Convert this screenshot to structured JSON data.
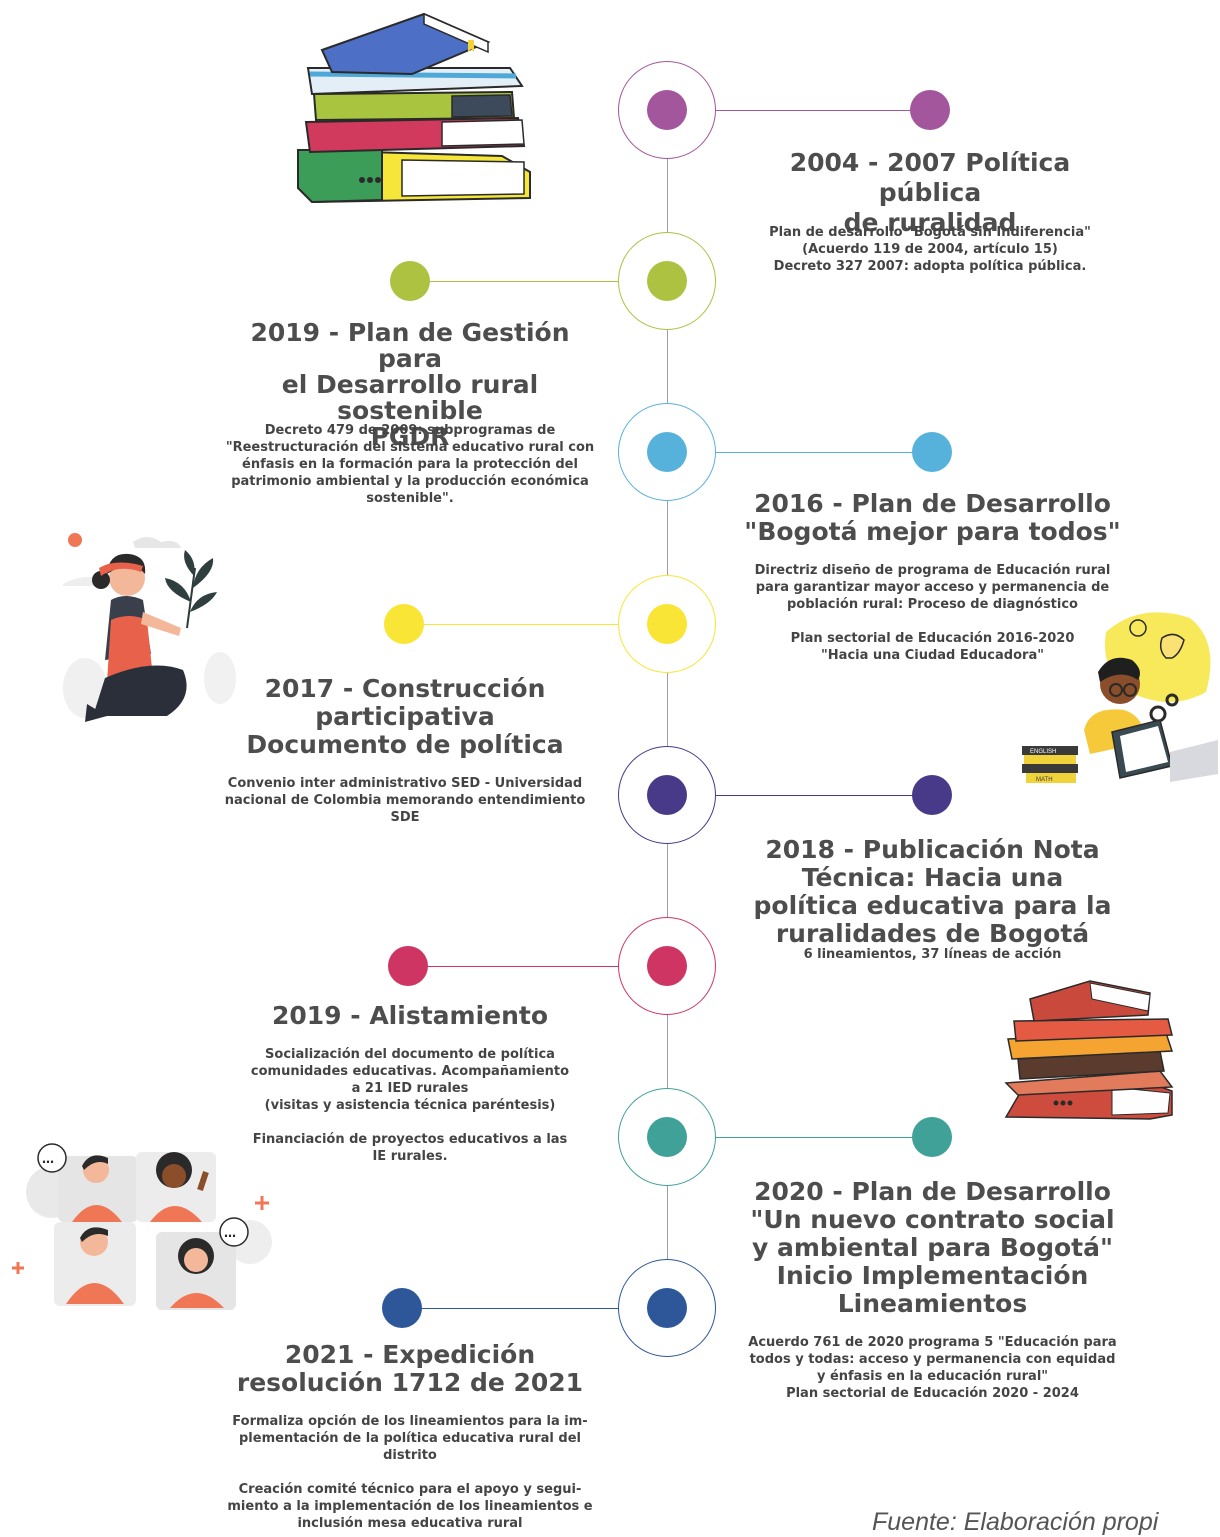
{
  "colors": {
    "purple": "#a3569b",
    "green": "#aec241",
    "blue": "#57b2db",
    "yellow": "#f8e535",
    "indigo": "#483a88",
    "crimson": "#cf3562",
    "teal": "#40a198",
    "navy": "#2e5799"
  },
  "events": [
    {
      "title": "2004 - 2007 Política pública\nde ruralidad",
      "desc": "Plan de desarrollo \"Bogotá sin Indiferencia\"\n(Acuerdo 119 de 2004, artículo 15)\nDecreto 327 2007: adopta política pública."
    },
    {
      "title": "2019 - Plan de Gestión para\nel Desarrollo rural sostenible\nPGDR",
      "desc": "Decreto 479 de 2009: subprogramas de\n\"Reestructuración del sistema educativo rural con\nénfasis en la formación para la protección del\npatrimonio ambiental y la producción económica\nsostenible\"."
    },
    {
      "title": "2016 - Plan de Desarrollo\n\"Bogotá mejor para todos\"",
      "desc": "Directriz diseño de programa de Educación rural\npara garantizar mayor acceso y permanencia de\npoblación rural: Proceso de diagnóstico\n\nPlan sectorial de Educación 2016-2020\n\"Hacia una Ciudad Educadora\""
    },
    {
      "title": "2017 - Construcción\nparticipativa\nDocumento de política",
      "desc": "Convenio inter administrativo SED - Universidad\nnacional de Colombia memorando entendimiento\nSDE"
    },
    {
      "title": "2018 - Publicación Nota\nTécnica: Hacia una\npolítica educativa para la\nruralidades de Bogotá",
      "desc": "6 lineamientos, 37 líneas de acción"
    },
    {
      "title": "2019 - Alistamiento",
      "desc": "Socialización del documento de política\ncomunidades educativas. Acompañamiento\na 21 IED rurales\n(visitas y asistencia técnica paréntesis)\n\nFinanciación de proyectos educativos a las\nIE rurales."
    },
    {
      "title": "2020 - Plan de Desarrollo\n\"Un nuevo contrato social\ny ambiental para Bogotá\"\nInicio Implementación\nLineamientos",
      "desc": "Acuerdo 761 de 2020 programa 5 \"Educación para\ntodos y todas: acceso y permanencia con equidad\ny énfasis en la educación rural\"\nPlan sectorial de Educación 2020 - 2024"
    },
    {
      "title": "2021 - Expedición\nresolución 1712 de 2021",
      "desc": "Formaliza opción de los lineamientos para la im-\nplementación de la política educativa rural del\ndistrito\n\nCreación comité técnico para el apoyo y segui-\nmiento a la implementación de los lineamientos e\ninclusión mesa educativa rural"
    }
  ],
  "illustrations": {
    "books_top": "books-stack-icon",
    "woman_plant": "woman-plant-illustration",
    "boy_reading": "boy-reading-illustration",
    "books_right": "books-stack-icon",
    "team_puzzle": "team-puzzle-illustration",
    "book_labels": [
      "ENGLISH",
      "MATH"
    ]
  },
  "source": "Fuente: Elaboración propi"
}
